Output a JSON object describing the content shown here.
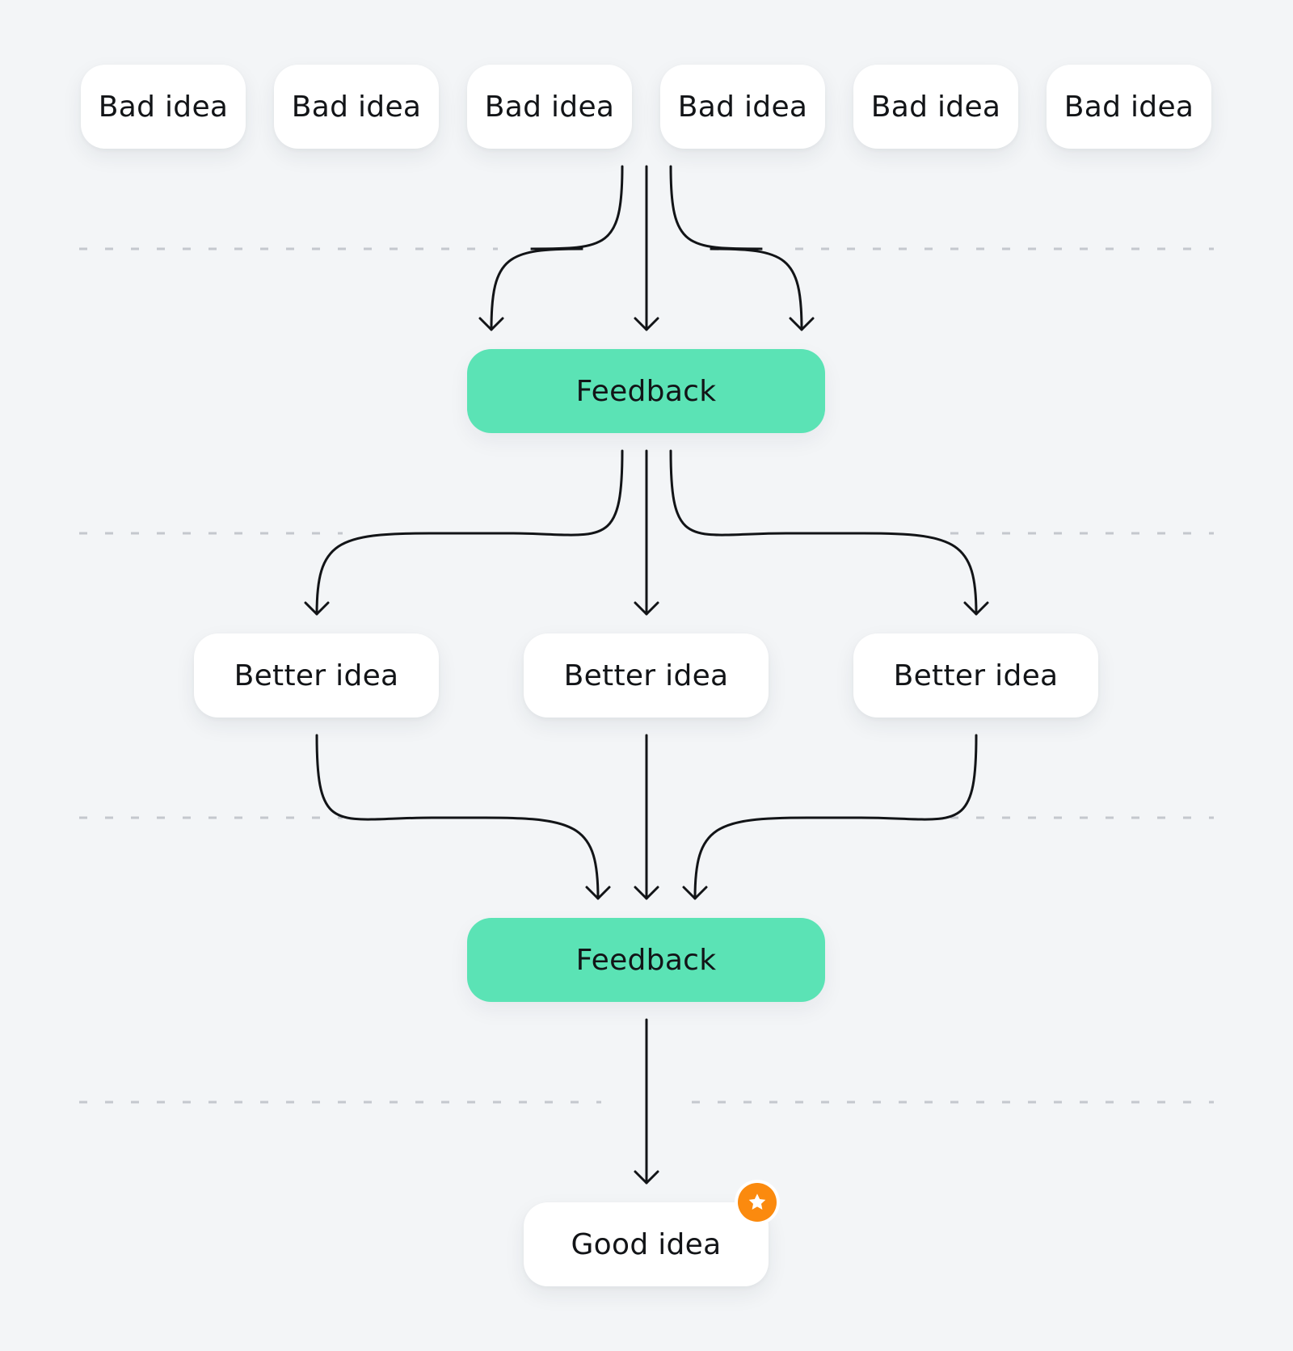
{
  "diagram": {
    "rows": [
      {
        "id": "bad-ideas",
        "kind": "idea",
        "nodes": [
          "Bad idea",
          "Bad idea",
          "Bad idea",
          "Bad idea",
          "Bad idea",
          "Bad idea"
        ]
      },
      {
        "id": "feedback-1",
        "kind": "feedback",
        "nodes": [
          "Feedback"
        ]
      },
      {
        "id": "better-ideas",
        "kind": "idea",
        "nodes": [
          "Better idea",
          "Better idea",
          "Better idea"
        ]
      },
      {
        "id": "feedback-2",
        "kind": "feedback",
        "nodes": [
          "Feedback"
        ]
      },
      {
        "id": "good-idea",
        "kind": "idea",
        "nodes": [
          "Good idea"
        ],
        "badge": "star-icon"
      }
    ],
    "colors": {
      "background": "#f3f5f7",
      "idea_box": "#ffffff",
      "feedback_box": "#5be3b5",
      "arrow": "#121417",
      "divider": "#c4c8ce",
      "badge": "#fb8a0e"
    }
  }
}
